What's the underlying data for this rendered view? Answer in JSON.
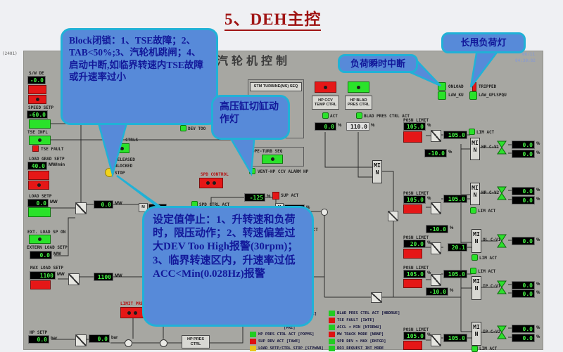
{
  "slide_title": "5、DEH主控",
  "hmi": {
    "tag": "(2401)",
    "title": "汽轮机控制",
    "date": "06/11",
    "time": "04:30:02"
  },
  "callouts": {
    "block_latch": "Block闭锁：1、TSE故障；2、TAB<50%;3、汽轮机跳闸；4、启动中断,如临界转速内TSE故障或升速率过小",
    "hp_cylinder": "高压缸切缸动作灯",
    "load_interrupt": "负荷瞬时中断",
    "load_rejection": "长甩负荷灯",
    "setpoint_stop": "设定值停止：1、升转速和负荷时，限压动作；2、转速偏差过大DEV Too High报警(30rpm)；3、临界转速区内，升速率过低ACC<Min(0.028Hz)报警"
  },
  "status": {
    "onload": "ONLOAD",
    "law_ku": "LAW_KU",
    "tripped": "TRIPPED",
    "law_gplspqu": "LAW_GPLSPQU"
  },
  "left": {
    "sw_label": "S/W DE",
    "sw_value": "-0.0",
    "speed_label": "SPEED SETP",
    "speed_value": "-60.0",
    "tse_label": "TSE INFL",
    "tse_fault": "TSE FAULT",
    "load_grad_label": "LOAD GRAD SETP",
    "load_grad_value": "40.0",
    "load_grad_unit": "MW/min",
    "load_setp_label": "LOAD SETP",
    "load_setp_value": "0.0",
    "ext_on_label": "EXT. LOAD SP ON",
    "extern_label": "EXTERN LOAD SETP",
    "extern_value": "0.0",
    "max_label": "MAX LOAD SETP",
    "max_value": "1100",
    "hp_label": "HP SETP",
    "hp_value": "0.0",
    "hp_value2": "0.0"
  },
  "setp_ctrls": {
    "label": "SETP-CTRLS",
    "released": "RELEASED",
    "blocked": "BLOCKED",
    "stop": "STOP"
  },
  "seq": {
    "stm": "STM TURBINE(MS) SEQ",
    "ope": "OPE-TURB SEQ",
    "vent": "VENT-HP CCV ALARM HP",
    "dev_too": "DEV TOO"
  },
  "spd": {
    "control": "SPD CONTROL",
    "ctrl_act": "SPD CTRL ACT",
    "sup_act": "SUP ACT",
    "ctrl_act_frag": "CTRL ACT",
    "m": "M",
    "v1": "-125",
    "v2": "-125",
    "mid1": "0.0",
    "mid2": "0.0",
    "v1100": "1100"
  },
  "press": {
    "hp_ccv": "HP CCV TEMP CTRL",
    "hp_blad": "HP BLAD PRES CTRL",
    "act": "ACT",
    "blad_act": "BLAD PRES CTRL ACT",
    "ccv_value": "0.0",
    "blad_value": "110.0",
    "limit_pres": "LIMIT PRES",
    "hp_pres_ctrl": "HP PRES CTRL"
  },
  "min_letters": "MIN",
  "rows": [
    {
      "posn": "POSN LIMIT",
      "limit": "105.0",
      "mid": "105.0",
      "name": "HP C-V1",
      "lim_act": "LIM ACT",
      "out1": "0.0",
      "out2": "0.0",
      "extra": "-10.0"
    },
    {
      "posn": "POSN LIMIT",
      "limit": "105.0",
      "mid": "105.0",
      "name": "HP C-V2",
      "lim_act": "LIM ACT",
      "out1": "0.0",
      "out2": "0.0"
    },
    {
      "posn": "POSN LIMIT",
      "limit": "20.0",
      "mid": "20.1",
      "name": "OL C-V1",
      "lim_act": "LIM ACT",
      "out1": "0.0",
      "extra": "-10.0"
    },
    {
      "posn": "POSN LIMIT",
      "limit": "105.0",
      "mid": "105.0",
      "name": "IP C-V1",
      "lim_act": "LIM ACT",
      "out1": "0.0",
      "out2": "0.0",
      "extra": "-10.0"
    },
    {
      "posn": "POSN LIMIT",
      "limit": "105.0",
      "mid": "105.0",
      "name": "IP C-V2",
      "lim_act": "LIM ACT",
      "out1": "0.0",
      "out2": "0.0"
    }
  ],
  "legend_left": [
    {
      "color": "",
      "label": "[NATRE]"
    },
    {
      "color": "",
      "label": "[PRE]"
    },
    {
      "color": "#22cc22",
      "label": "HP PRES CTRL ACT [POPMS]"
    },
    {
      "color": "#dd1111",
      "label": "SUP DRV ACT [TAWE]"
    },
    {
      "color": "#e6c619",
      "label": "LOAD SETP/CTRL STOP [STPWAB]"
    }
  ],
  "legend_right": [
    {
      "color": "#22cc22",
      "label": "BLAD PRES CTRL ACT [HBDRUE]"
    },
    {
      "color": "#dd1111",
      "label": "TSE FAULT [IWTE]"
    },
    {
      "color": "#22cc22",
      "label": "ACCL < MIN [NTORWU]"
    },
    {
      "color": "#dd1111",
      "label": "MW TRACK MODE [NBNP]"
    },
    {
      "color": "#22cc22",
      "label": "SPD DEV > MAX [DNTGR]"
    },
    {
      "color": "#22cc22",
      "label": "DO3 REQUEST INT MODE"
    }
  ],
  "units": {
    "pct": "%",
    "mw": "MW",
    "bar": "bar"
  },
  "colors": {
    "callout_fill": "#578ad9",
    "callout_border": "#21b1d6",
    "title_red": "#a01414",
    "hmi_bg": "#a7a7a2",
    "display_green": "#45f245",
    "alarm_red": "#e51717",
    "ok_green": "#2ae22a",
    "stop_yellow": "#f2d31b"
  }
}
